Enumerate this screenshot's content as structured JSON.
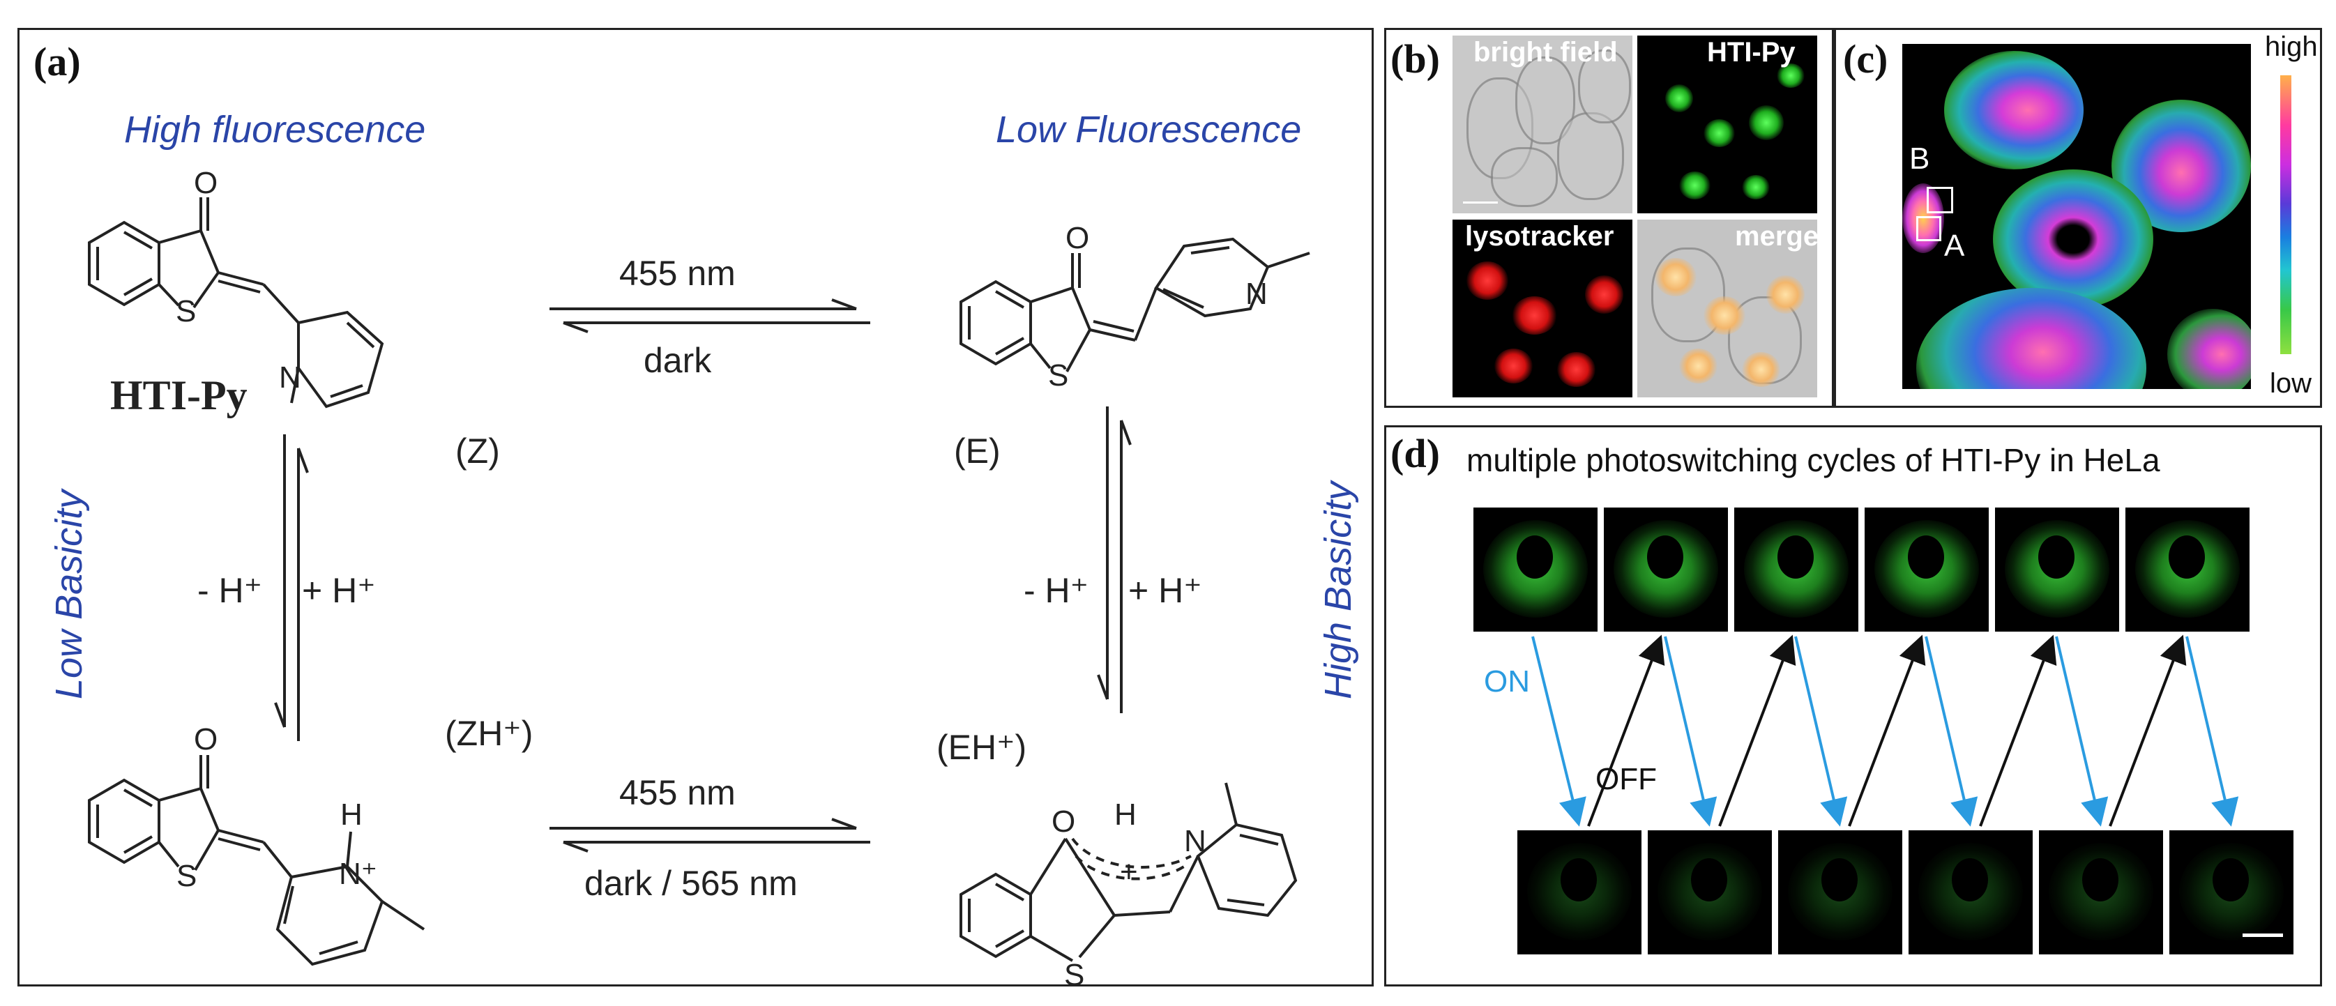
{
  "panel_a": {
    "label": "(a)",
    "high_fluorescence": "High fluorescence",
    "low_fluorescence": "Low Fluorescence",
    "low_basicity": "Low Basicity",
    "high_basicity": "High Basicity",
    "compound_name": "HTI-Py",
    "z_label": "(Z)",
    "e_label": "(E)",
    "zh_label": "(ZH⁺)",
    "eh_label": "(EH⁺)",
    "top_arrow_upper": "455 nm",
    "top_arrow_lower": "dark",
    "bottom_arrow_upper": "455 nm",
    "bottom_arrow_lower": "dark / 565 nm",
    "left_minus": "- H⁺",
    "left_plus": "+ H⁺",
    "right_minus": "- H⁺",
    "right_plus": "+ H⁺",
    "atoms": {
      "O": "O",
      "S": "S",
      "N": "N",
      "H": "H",
      "NH": "N⁺",
      "plus": "+"
    }
  },
  "panel_b": {
    "label": "(b)",
    "bright_field": "bright field",
    "hti_py": "HTI-Py",
    "lysotracker": "lysotracker",
    "merge": "merge"
  },
  "panel_c": {
    "label": "(c)",
    "scale_high": "high",
    "scale_low": "low",
    "roi_a": "A",
    "roi_b": "B"
  },
  "panel_d": {
    "label": "(d)",
    "title": "multiple photoswitching cycles of HTI-Py in HeLa",
    "on": "ON",
    "off": "OFF"
  },
  "colors": {
    "blue_text": "#2a45a8",
    "on_arrow": "#2a9be0",
    "off_arrow": "#111111"
  }
}
